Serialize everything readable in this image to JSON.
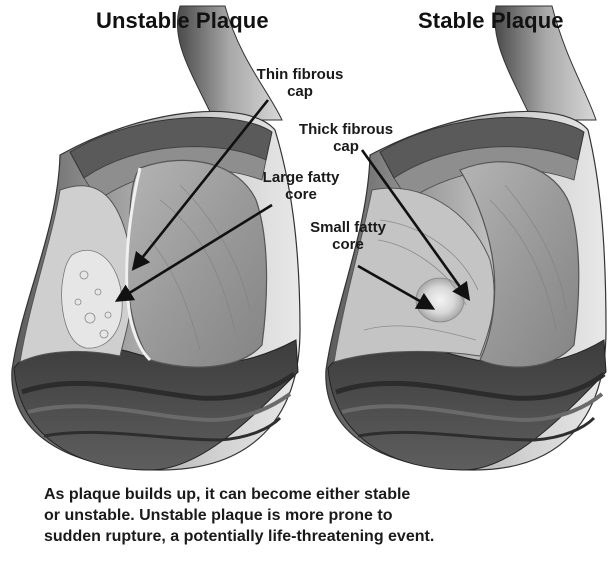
{
  "titles": {
    "unstable": "Unstable Plaque",
    "stable": "Stable Plaque"
  },
  "labels": {
    "thin_fibrous_cap": "Thin fibrous\ncap",
    "large_fatty_core": "Large fatty\ncore",
    "thick_fibrous_cap": "Thick fibrous\ncap",
    "small_fatty_core": "Small fatty\ncore"
  },
  "caption": {
    "line1": "As plaque builds up, it can become either stable",
    "line2": "or unstable. Unstable plaque is more prone to",
    "line3": "sudden rupture, a potentially life-threatening event."
  },
  "colors": {
    "vessel_outer": "#4a4a4a",
    "vessel_mid": "#7a7a7a",
    "vessel_light": "#b8b8b8",
    "lumen": "#9a9a9a",
    "plaque": "#d4d4d4",
    "arrow": "#111111"
  }
}
